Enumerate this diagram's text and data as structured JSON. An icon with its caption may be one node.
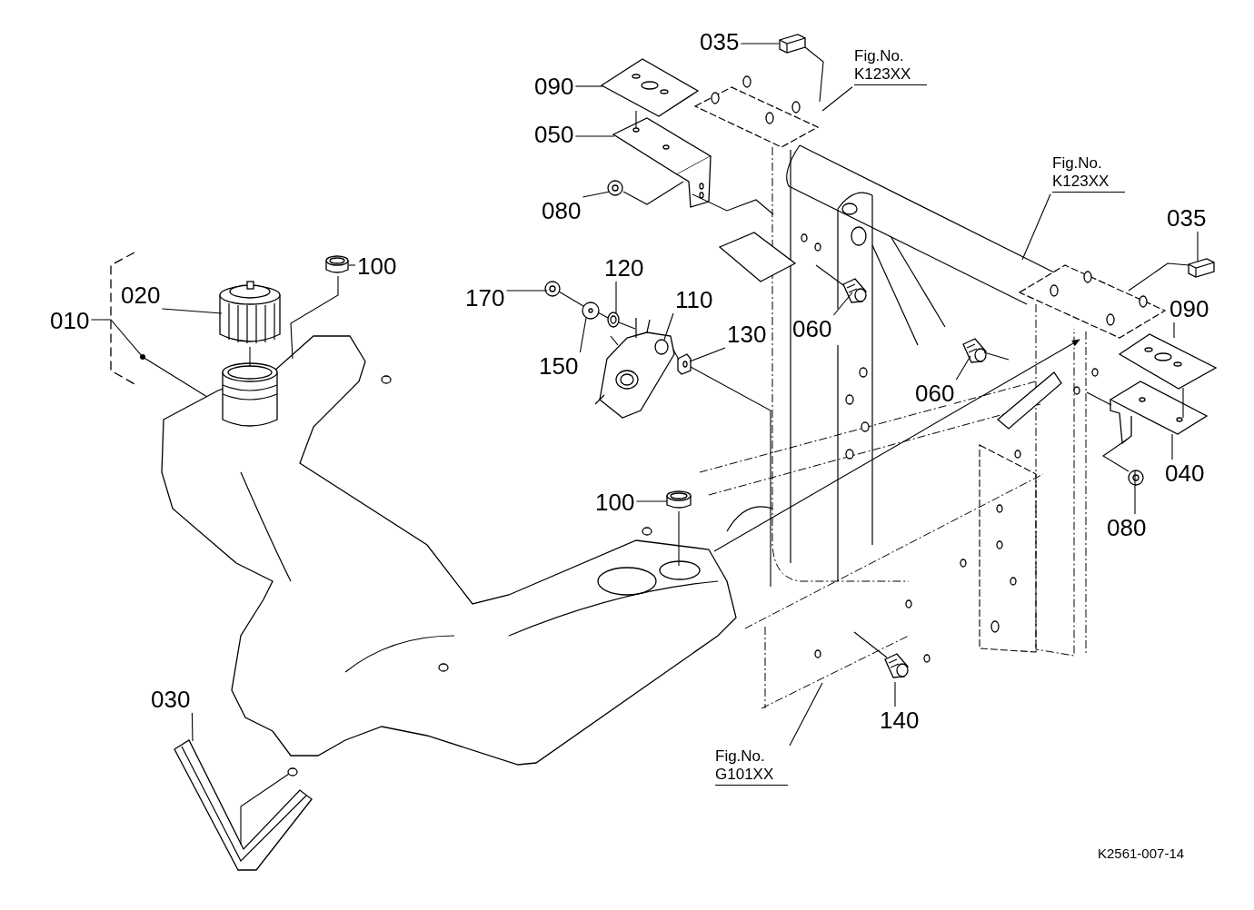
{
  "diagram": {
    "nodes": [
      {
        "text": [
          "035"
        ]
      },
      {
        "text": [
          "Fig.No. K123XX"
        ]
      },
      {
        "text": [
          "090"
        ]
      },
      {
        "text": [
          "050"
        ]
      },
      {
        "text": [
          "Fig.No. K123XX"
        ]
      },
      {
        "text": [
          "080"
        ]
      },
      {
        "text": [
          "035"
        ]
      },
      {
        "text": [
          "100"
        ]
      },
      {
        "text": [
          "120"
        ]
      },
      {
        "text": [
          "010"
        ]
      },
      {
        "text": [
          "020"
        ]
      },
      {
        "text": [
          "170"
        ]
      },
      {
        "text": [
          "110"
        ]
      },
      {
        "text": [
          "090"
        ]
      },
      {
        "text": [
          "130"
        ]
      },
      {
        "text": [
          "060"
        ]
      },
      {
        "text": [
          "150"
        ]
      },
      {
        "text": [
          "060"
        ]
      },
      {
        "text": [
          "040"
        ]
      },
      {
        "text": [
          "100"
        ]
      },
      {
        "text": [
          "080"
        ]
      },
      {
        "text": [
          "030"
        ]
      },
      {
        "text": [
          "140"
        ]
      },
      {
        "text": [
          "Fig.No. G101XX"
        ]
      },
      {
        "text": [],
        "shape": "picture"
      },
      {
        "text": [],
        "shape": "picture"
      },
      {
        "text": [],
        "shape": "picture"
      },
      {
        "text": [],
        "shape": "picture"
      },
      {
        "text": [],
        "shape": "picture"
      },
      {
        "text": [],
        "shape": "picture"
      },
      {
        "text": [],
        "shape": "picture"
      },
      {
        "text": [],
        "shape": "picture"
      },
      {
        "text": [],
        "shape": "picture"
      },
      {
        "text": [],
        "shape": "picture"
      },
      {
        "text": [],
        "shape": "picture"
      },
      {
        "text": [],
        "shape": "picture"
      },
      {
        "text": [],
        "shape": "picture"
      },
      {
        "text": [],
        "shape": "picture"
      },
      {
        "text": [],
        "shape": "picture"
      },
      {
        "text": [],
        "shape": "picture"
      },
      {
        "text": [],
        "shape": "picture"
      },
      {
        "text": [],
        "shape": "picture"
      },
      {
        "text": [],
        "shape": "picture"
      },
      {
        "text": [],
        "shape": "picture"
      },
      {
        "text": [],
        "shape": "picture"
      }
    ],
    "edges": [
      {
        "from": 0,
        "to": 32,
        "arrow": "none"
      },
      {
        "from": 1,
        "to": null,
        "arrow": "none"
      },
      {
        "from": 2,
        "to": 29,
        "arrow": "none"
      },
      {
        "from": 3,
        "to": 30,
        "arrow": "none"
      },
      {
        "from": 4,
        "to": null,
        "arrow": "none"
      },
      {
        "from": 5,
        "to": 31,
        "arrow": "none"
      },
      {
        "from": 6,
        "to": 40,
        "arrow": "none"
      },
      {
        "from": 7,
        "to": 26,
        "arrow": "none"
      },
      {
        "from": 8,
        "to": 35,
        "arrow": "none"
      },
      {
        "from": 9,
        "to": 24,
        "arrow": "none"
      },
      {
        "from": 10,
        "to": 25,
        "arrow": "none"
      },
      {
        "from": 11,
        "to": 33,
        "arrow": "none"
      },
      {
        "from": 12,
        "to": 36,
        "arrow": "none"
      },
      {
        "from": 13,
        "to": 41,
        "arrow": "none"
      },
      {
        "from": 14,
        "to": 37,
        "arrow": "none"
      },
      {
        "from": 15,
        "to": 38,
        "arrow": "none"
      },
      {
        "from": 16,
        "to": 34,
        "arrow": "none"
      },
      {
        "from": 17,
        "to": 39,
        "arrow": "none"
      },
      {
        "from": 18,
        "to": 42,
        "arrow": "none"
      },
      {
        "from": 19,
        "to": 27,
        "arrow": "none"
      },
      {
        "from": 20,
        "to": 43,
        "arrow": "none"
      },
      {
        "from": 21,
        "to": 28,
        "arrow": "none"
      },
      {
        "from": 22,
        "to": 44,
        "arrow": "none"
      },
      {
        "from": 23,
        "to": null,
        "arrow": "none"
      },
      {
        "from": 25,
        "to": 24,
        "arrow": "none"
      },
      {
        "from": 26,
        "to": 24,
        "arrow": "none"
      },
      {
        "from": 28,
        "to": 24,
        "arrow": "none"
      },
      {
        "from": 27,
        "to": 24,
        "arrow": "none"
      },
      {
        "from": 29,
        "to": 30,
        "arrow": "none"
      },
      {
        "from": 31,
        "to": 30,
        "arrow": "none"
      },
      {
        "from": 30,
        "to": null,
        "arrow": "none"
      },
      {
        "from": 32,
        "to": null,
        "arrow": "none"
      },
      {
        "from": 33,
        "to": 34,
        "arrow": "none"
      },
      {
        "from": 34,
        "to": 35,
        "arrow": "none"
      },
      {
        "from": 35,
        "to": 36,
        "arrow": "none"
      },
      {
        "from": 36,
        "to": 37,
        "arrow": "none"
      },
      {
        "from": 37,
        "to": null,
        "arrow": "none"
      },
      {
        "from": 38,
        "to": null,
        "arrow": "none"
      },
      {
        "from": 39,
        "to": null,
        "arrow": "none"
      },
      {
        "from": 40,
        "to": null,
        "arrow": "none"
      },
      {
        "from": 41,
        "to": 42,
        "arrow": "none"
      },
      {
        "from": 43,
        "to": 42,
        "arrow": "none"
      },
      {
        "from": 42,
        "to": null,
        "arrow": "none"
      },
      {
        "from": 44,
        "to": null,
        "arrow": "none"
      },
      {
        "from": 24,
        "to": null,
        "arrow": "to"
      }
    ],
    "labels": [
      "K2561-007-14"
    ]
  }
}
